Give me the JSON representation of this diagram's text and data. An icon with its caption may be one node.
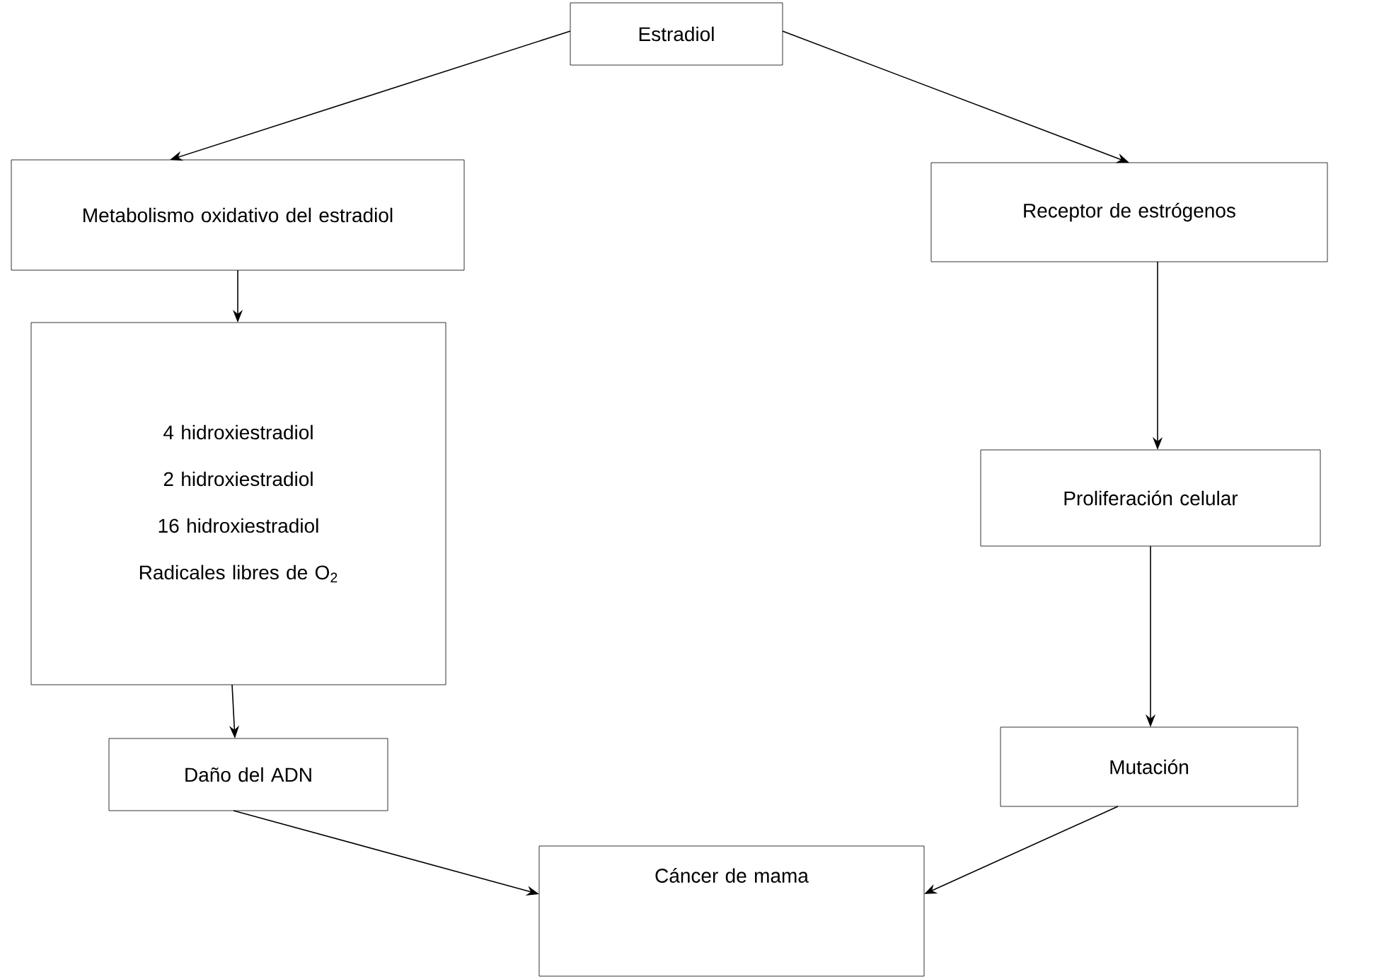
{
  "diagram": {
    "nodes": [
      {
        "text": [
          "Estradiol"
        ]
      },
      {
        "text": [
          "Metabolismo oxidativo del estradiol"
        ]
      },
      {
        "text": [
          "Receptor de estrógenos"
        ]
      },
      {
        "text": [
          "4 hidroxiestradiol",
          "2 hidroxiestradiol",
          "16 hidroxiestradiol",
          "Radicales libres de O$_{2}$"
        ]
      },
      {
        "text": [
          "Proliferación celular"
        ]
      },
      {
        "text": [
          "Daño del ADN"
        ]
      },
      {
        "text": [
          "Mutación"
        ]
      },
      {
        "text": [
          "Cáncer de mama"
        ]
      }
    ],
    "edges": [
      {
        "from": 0,
        "to": 1,
        "arrow": "to"
      },
      {
        "from": 0,
        "to": 2,
        "arrow": "to"
      },
      {
        "from": 1,
        "to": 3,
        "arrow": "to"
      },
      {
        "from": 2,
        "to": 4,
        "arrow": "to"
      },
      {
        "from": 3,
        "to": 5,
        "arrow": "to"
      },
      {
        "from": 4,
        "to": 6,
        "arrow": "to"
      },
      {
        "from": 5,
        "to": 7,
        "arrow": "to"
      },
      {
        "from": 6,
        "to": 7,
        "arrow": "to"
      }
    ]
  }
}
